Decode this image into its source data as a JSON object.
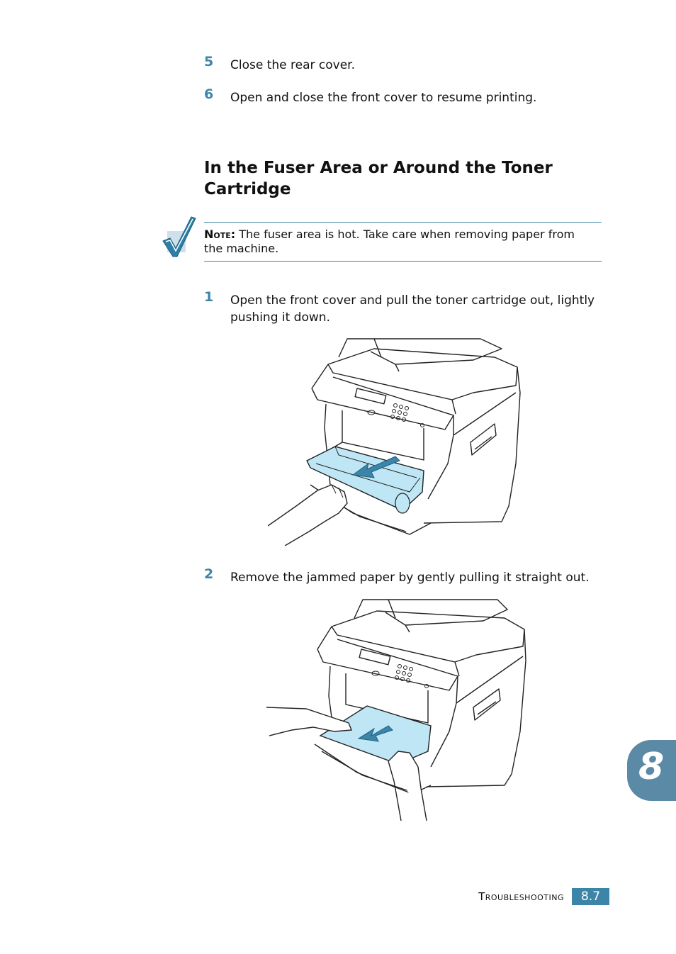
{
  "steps_top": [
    {
      "num": "5",
      "text": "Close the rear cover."
    },
    {
      "num": "6",
      "text": "Open and close the front cover to resume printing."
    }
  ],
  "section": {
    "title": "In the Fuser Area or Around the Toner Cartridge"
  },
  "note": {
    "label": "Note:",
    "text": " The fuser area is hot. Take care when removing paper from the machine.",
    "icon": "checkmark-icon"
  },
  "steps_bottom": [
    {
      "num": "1",
      "text": "Open the front cover and pull the toner cartridge out, lightly pushing it down."
    },
    {
      "num": "2",
      "text": "Remove the jammed paper by gently pulling it straight out."
    }
  ],
  "chapter": {
    "number": "8"
  },
  "footer": {
    "section": "Troubleshooting",
    "page": "8.7"
  },
  "colors": {
    "accent": "#3d85a8",
    "tab": "#5a8aa6",
    "highlight": "#bfe6f5"
  }
}
